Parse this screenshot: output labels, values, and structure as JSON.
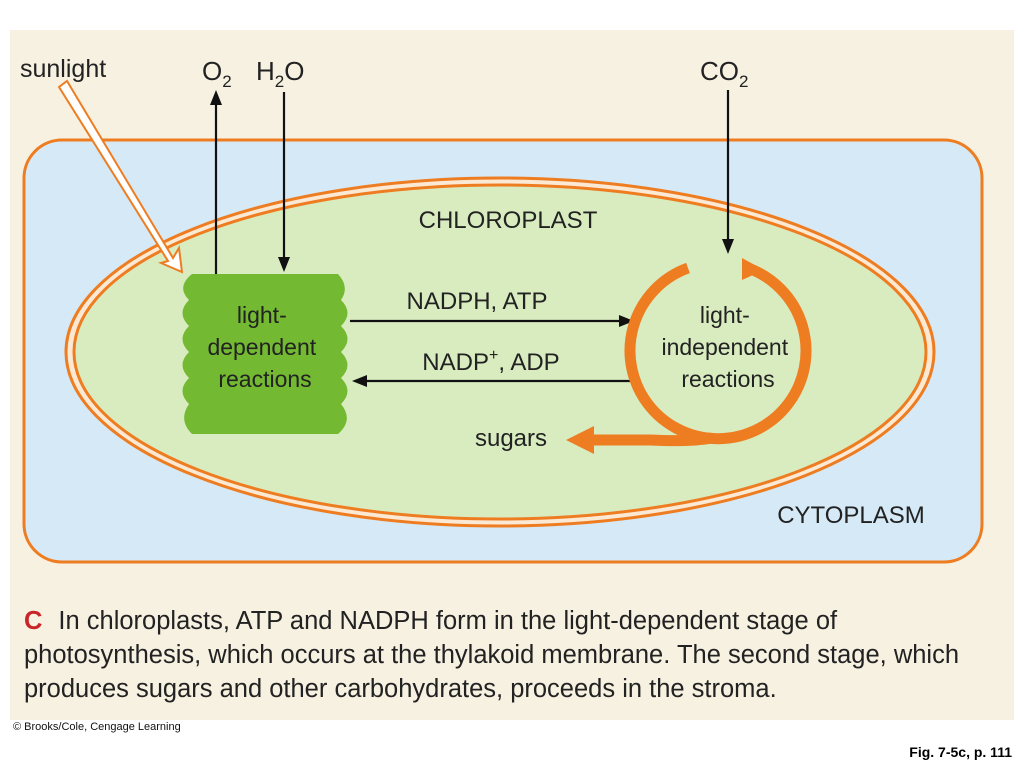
{
  "labels": {
    "sunlight": "sunlight",
    "o2": "O",
    "o2_sub": "2",
    "h2o_h": "H",
    "h2o_sub": "2",
    "h2o_o": "O",
    "co2": "CO",
    "co2_sub": "2",
    "chloroplast": "CHLOROPLAST",
    "cytoplasm": "CYTOPLASM",
    "nadph_atp": "NADPH, ATP",
    "nadp": "NADP",
    "nadp_sup": "+",
    "nadp_rest": ", ADP",
    "sugars": "sugars",
    "light_dep": [
      "light-",
      "dependent",
      "reactions"
    ],
    "light_indep": [
      "light-",
      "independent",
      "reactions"
    ]
  },
  "caption": {
    "letter": "C",
    "text": "In chloroplasts, ATP and NADPH form in the light-dependent stage of photosynthesis, which occurs at the thylakoid membrane. The second stage, which produces sugars and other carbohydrates, proceeds in the stroma."
  },
  "copyright": "© Brooks/Cole, Cengage Learning",
  "figure_ref": "Fig. 7-5c, p. 111",
  "colors": {
    "panel": "#f7f1e2",
    "cytoplasm": "#d5e9f6",
    "orange": "#ee7d22",
    "chloroplast": "#d9ecc0",
    "thylakoid": "#73b932",
    "caption_letter": "#c8262a"
  }
}
